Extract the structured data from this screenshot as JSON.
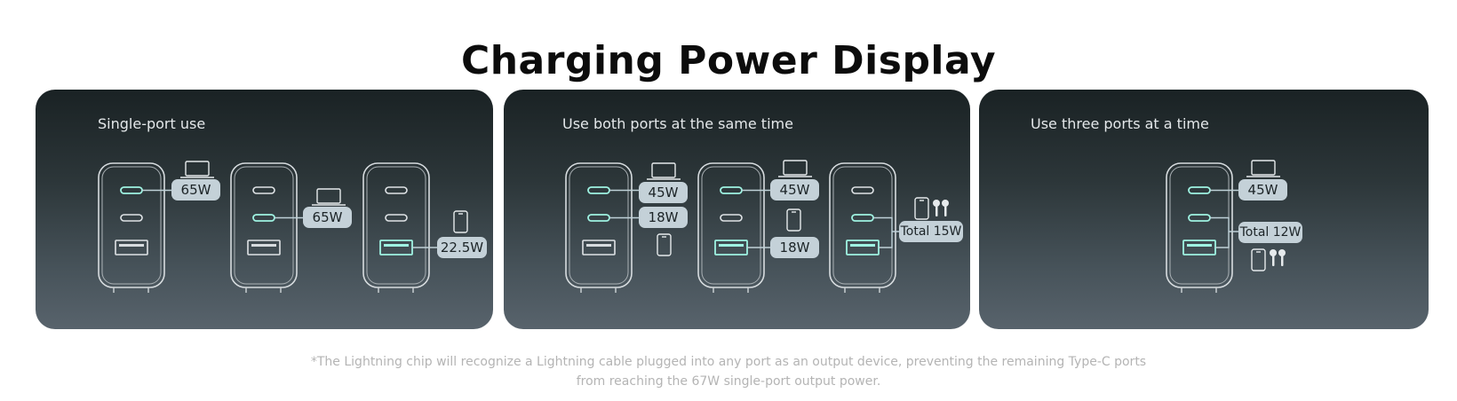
{
  "title": "Charging Power Display",
  "panels": [
    {
      "label": "Single-port use",
      "badges": [
        "65W",
        "65W",
        "22.5W"
      ]
    },
    {
      "label": "Use both ports at the same time",
      "badges": [
        "45W",
        "18W",
        "45W",
        "18W",
        "Total 15W"
      ]
    },
    {
      "label": "Use three ports at a time",
      "badges": [
        "45W",
        "Total 12W"
      ]
    }
  ],
  "footnote": {
    "line1": "*The Lightning chip will recognize a Lightning cable plugged into any port as an output device, preventing the remaining Type-C ports",
    "line2": "from reaching the 67W single-port output power."
  },
  "colors": {
    "active_port": "#9ff3e2",
    "badge_bg": "#c4d1d8",
    "panel_top": "#1a2224",
    "panel_bottom": "#58636c"
  },
  "icons": [
    "laptop-icon",
    "phone-icon",
    "earbuds-icon",
    "charger-icon"
  ]
}
